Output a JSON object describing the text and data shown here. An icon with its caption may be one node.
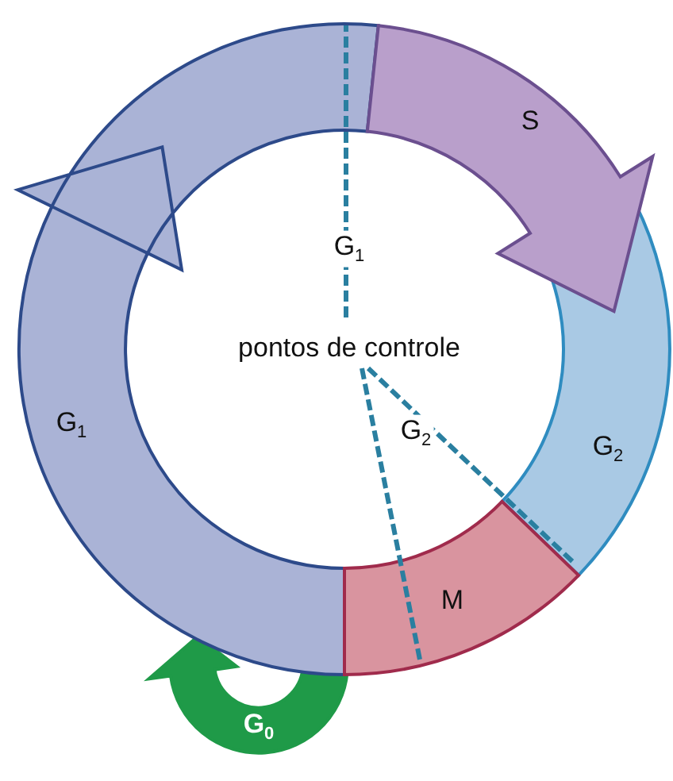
{
  "diagram": {
    "nodes": [
      {
        "text": [
          "G$_{1}$"
        ]
      },
      {
        "text": [
          "S"
        ]
      },
      {
        "text": [
          "G$_{2}$"
        ]
      },
      {
        "text": [
          "M"
        ]
      },
      {
        "text": [
          "G$_{0}$"
        ]
      }
    ],
    "labels": [
      "G$_{1}$",
      "pontos de controle",
      "G$_{2}$"
    ]
  }
}
